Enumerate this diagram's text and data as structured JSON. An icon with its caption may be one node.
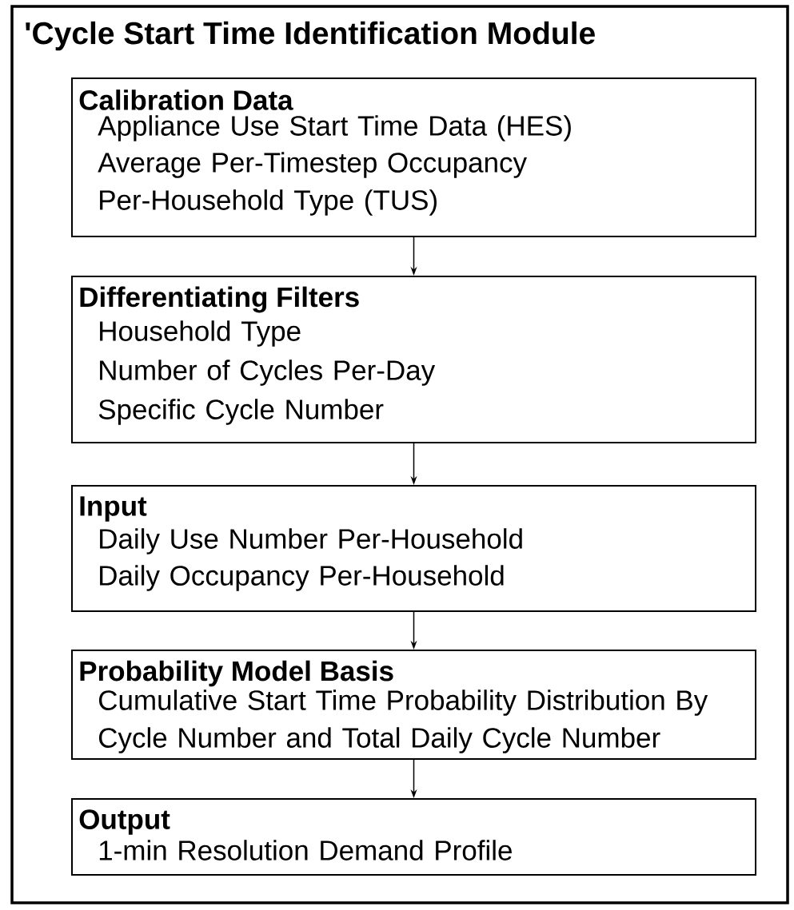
{
  "diagram": {
    "nodes": [
      {
        "text": [
          "'Cycle Start Time Identification Module"
        ]
      },
      {
        "text": [
          "Calibration Data",
          "Appliance Use Start Time Data (HES)",
          "Average Per-Timestep Occupancy Per-Household Type (TUS)"
        ],
        "in": 0
      },
      {
        "text": [
          "Differentiating Filters",
          "Household Type",
          "Number of Cycles Per-Day",
          "Specific Cycle Number"
        ],
        "in": 0
      },
      {
        "text": [
          "Input",
          "Daily Use Number Per-Household",
          "Daily Occupancy Per-Household"
        ],
        "in": 0
      },
      {
        "text": [
          "Probability Model Basis",
          "Cumulative Start Time Probability Distribution By Cycle Number and Total Daily Cycle Number"
        ],
        "in": 0
      },
      {
        "text": [
          "Output",
          "1-min Resolution Demand Profile"
        ],
        "in": 0
      }
    ],
    "edges": [
      {
        "from": 1,
        "to": 2,
        "arrow": "to"
      },
      {
        "from": 2,
        "to": 3,
        "arrow": "to"
      },
      {
        "from": 3,
        "to": 4,
        "arrow": "to"
      },
      {
        "from": 4,
        "to": 5,
        "arrow": "to"
      }
    ]
  }
}
